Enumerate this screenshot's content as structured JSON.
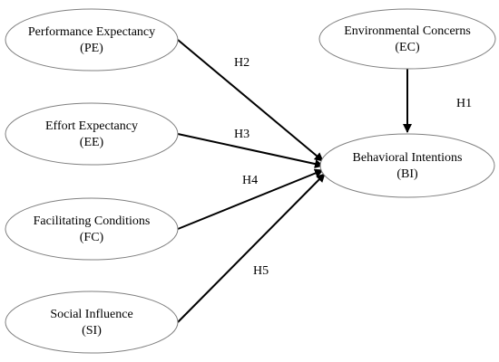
{
  "diagram": {
    "nodes": {
      "pe": {
        "name": "Performance Expectancy",
        "abbr": "(PE)"
      },
      "ee": {
        "name": "Effort Expectancy",
        "abbr": "(EE)"
      },
      "fc": {
        "name": "Facilitating Conditions",
        "abbr": "(FC)"
      },
      "si": {
        "name": "Social Influence",
        "abbr": "(SI)"
      },
      "ec": {
        "name": "Environmental Concerns",
        "abbr": "(EC)"
      },
      "bi": {
        "name": "Behavioral Intentions",
        "abbr": "(BI)"
      }
    },
    "edges": {
      "ec_bi": "H1",
      "pe_bi": "H2",
      "ee_bi": "H3",
      "fc_bi": "H4",
      "si_bi": "H5"
    }
  }
}
